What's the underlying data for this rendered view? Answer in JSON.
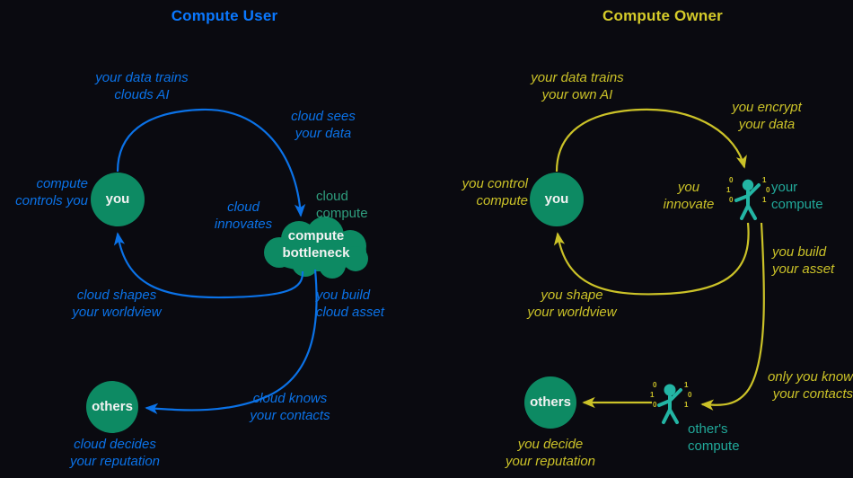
{
  "theme": {
    "background": "#0a0a10",
    "blue": "#0b72e7",
    "blue_title": "#0a78ff",
    "yellow": "#cbc228",
    "yellow_title": "#d6cc2a",
    "green_node": "#0d8a63",
    "teal": "#21a99a",
    "teal_fig": "#23b5a4",
    "node_label": "#f2f2f2"
  },
  "panels": [
    {
      "id": "compute-user",
      "title": "Compute User",
      "accent": "#0a78ff",
      "nodes": [
        {
          "id": "you",
          "label": "you",
          "shape": "circle"
        },
        {
          "id": "others",
          "label": "others",
          "shape": "circle"
        },
        {
          "id": "compute",
          "label_line1": "compute",
          "label_line2": "bottleneck",
          "shape": "cloud"
        }
      ],
      "labels": [
        {
          "id": "data-trains",
          "line1": "your data trains",
          "line2": "clouds AI"
        },
        {
          "id": "cloud-sees",
          "line1": "cloud sees",
          "line2": "your data"
        },
        {
          "id": "compute-controls",
          "line1": "compute",
          "line2": "controls you"
        },
        {
          "id": "cloud-innovates",
          "line1": "cloud",
          "line2": "innovates"
        },
        {
          "id": "cloud-compute",
          "line1": "cloud",
          "line2": "compute",
          "style": "plain",
          "color": "#2f9e7e"
        },
        {
          "id": "cloud-shapes",
          "line1": "cloud shapes",
          "line2": "your worldview"
        },
        {
          "id": "you-build",
          "line1": "you build",
          "line2": "cloud asset"
        },
        {
          "id": "cloud-knows",
          "line1": "cloud knows",
          "line2": "your contacts"
        },
        {
          "id": "cloud-decides",
          "line1": "cloud decides",
          "line2": "your reputation"
        }
      ]
    },
    {
      "id": "compute-owner",
      "title": "Compute Owner",
      "accent": "#d6cc2a",
      "nodes": [
        {
          "id": "you",
          "label": "you",
          "shape": "circle"
        },
        {
          "id": "others",
          "label": "others",
          "shape": "circle"
        },
        {
          "id": "your-compute",
          "shape": "person-binary"
        },
        {
          "id": "others-compute",
          "shape": "person-binary"
        }
      ],
      "binary_digits": {
        "left": [
          "0",
          "1",
          "0"
        ],
        "right": [
          "1",
          "0",
          "1"
        ]
      },
      "labels": [
        {
          "id": "data-trains",
          "line1": "your data trains",
          "line2": "your own AI"
        },
        {
          "id": "you-encrypt",
          "line1": "you encrypt",
          "line2": "your data"
        },
        {
          "id": "you-control",
          "line1": "you control",
          "line2": "compute"
        },
        {
          "id": "you-innovate",
          "line1": "you",
          "line2": "innovate"
        },
        {
          "id": "your-compute",
          "line1": "your",
          "line2": "compute",
          "style": "plain",
          "color": "#21a99a"
        },
        {
          "id": "you-shape",
          "line1": "you shape",
          "line2": "your worldview"
        },
        {
          "id": "you-build",
          "line1": "you build",
          "line2": "your asset"
        },
        {
          "id": "only-you-know",
          "line1": "only you know",
          "line2": "your contacts"
        },
        {
          "id": "others-compute",
          "line1": "other's",
          "line2": "compute",
          "style": "plain",
          "color": "#21a99a"
        },
        {
          "id": "you-decide",
          "line1": "you decide",
          "line2": "your reputation"
        }
      ]
    }
  ]
}
